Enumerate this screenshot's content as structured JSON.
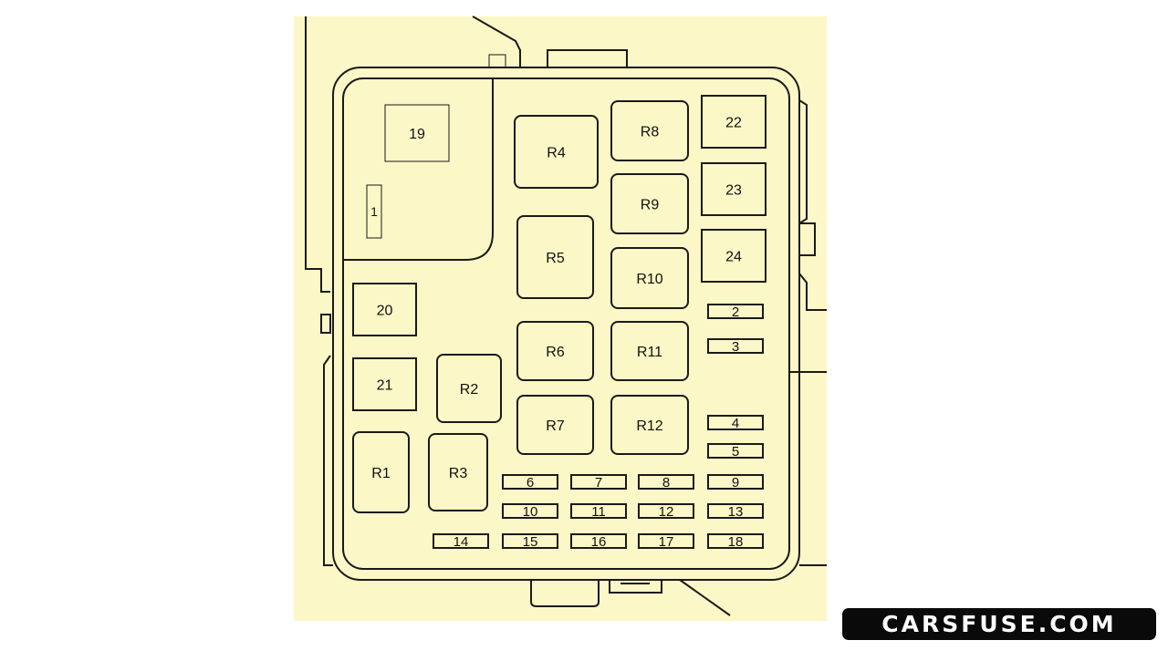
{
  "colors": {
    "background": "#fbf7c6",
    "line": "#1a1a1a",
    "logo_bg": "#0a0a0a"
  },
  "components": {
    "large_fuses": [
      "19",
      "20",
      "21",
      "22",
      "23",
      "24"
    ],
    "slim_fuse": "1",
    "relays": [
      "R1",
      "R2",
      "R3",
      "R4",
      "R5",
      "R6",
      "R7",
      "R8",
      "R9",
      "R10",
      "R11",
      "R12"
    ],
    "mini_fuses": [
      "2",
      "3",
      "4",
      "5",
      "6",
      "7",
      "8",
      "9",
      "10",
      "11",
      "12",
      "13",
      "14",
      "15",
      "16",
      "17",
      "18"
    ]
  },
  "logo": {
    "text": "carsfuse.com"
  }
}
